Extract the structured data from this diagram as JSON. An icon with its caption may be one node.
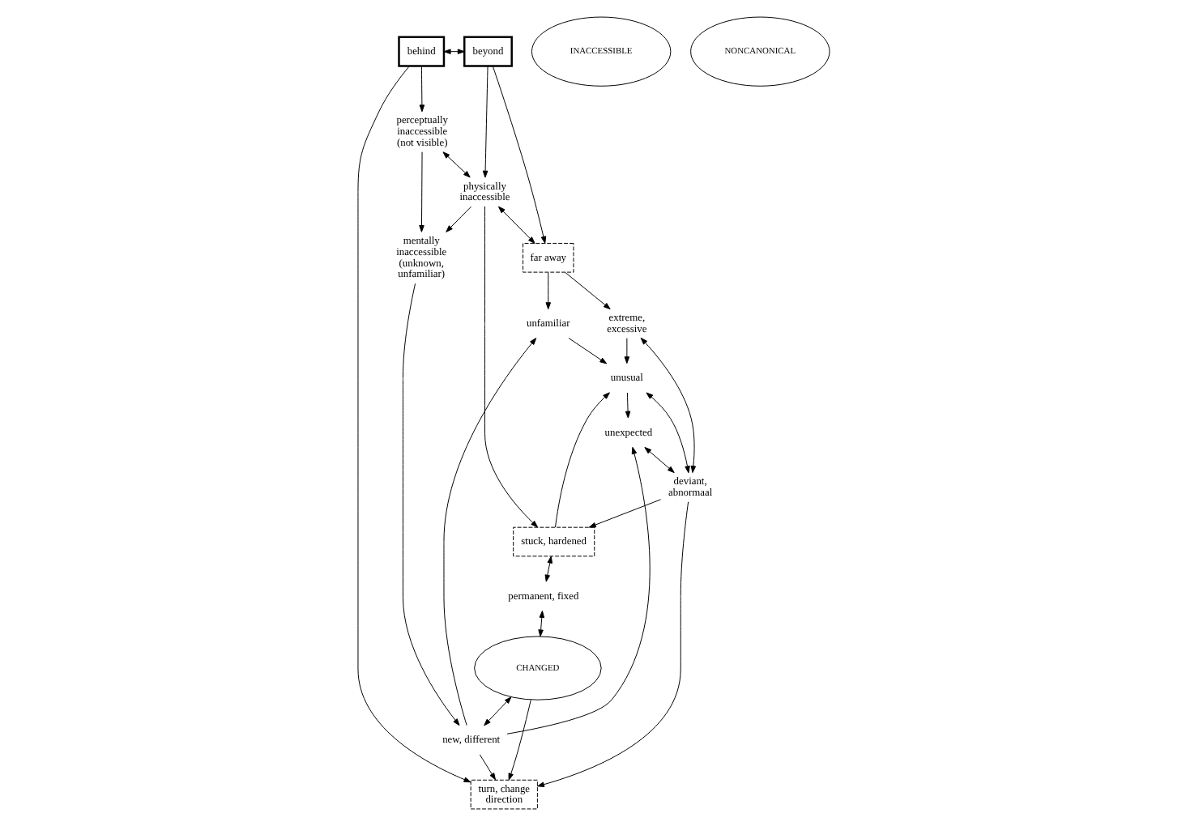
{
  "diagram": {
    "nodes": [
      {
        "text": [
          "behind"
        ]
      },
      {
        "text": [
          "beyond"
        ]
      },
      {
        "text": [
          "far away"
        ]
      },
      {
        "text": [
          "perceptually inaccessible (not visible)"
        ]
      },
      {
        "text": [
          "physically inaccessible"
        ]
      },
      {
        "text": [
          "unfamiliar"
        ]
      },
      {
        "text": [
          "extreme, excessive"
        ]
      },
      {
        "text": [
          "INACCESSIBLE"
        ]
      },
      {
        "text": [
          "stuck, hardened"
        ]
      },
      {
        "text": [
          "unusual"
        ]
      },
      {
        "text": [
          "NONCANONICAL"
        ]
      },
      {
        "text": [
          "mentally inaccessible (unknown, unfamiliar)"
        ]
      },
      {
        "text": [
          "permanent, fixed"
        ]
      },
      {
        "text": [
          "unexpected"
        ]
      },
      {
        "text": [
          "deviant, abnormaal"
        ]
      },
      {
        "text": [
          "CHANGED"
        ]
      },
      {
        "text": [
          "turn, change direction"
        ]
      },
      {
        "text": [
          "new, different"
        ]
      }
    ],
    "edges": [
      {
        "from": 0,
        "to": 1,
        "arrow": "both"
      },
      {
        "from": 0,
        "to": 3,
        "arrow": "to"
      },
      {
        "from": 0,
        "to": 16,
        "arrow": "to"
      },
      {
        "from": 1,
        "to": 4,
        "arrow": "to"
      },
      {
        "from": 1,
        "to": 2,
        "arrow": "to"
      },
      {
        "from": 2,
        "to": 5,
        "arrow": "to"
      },
      {
        "from": 4,
        "to": 2,
        "arrow": "both"
      },
      {
        "from": 2,
        "to": 6,
        "arrow": "to"
      },
      {
        "from": 3,
        "to": 4,
        "arrow": "both"
      },
      {
        "from": 4,
        "to": 8,
        "arrow": "to"
      },
      {
        "from": 4,
        "to": 11,
        "arrow": "to"
      },
      {
        "from": 3,
        "to": 11,
        "arrow": "to"
      },
      {
        "from": 6,
        "to": 9,
        "arrow": "to"
      },
      {
        "from": 5,
        "to": 9,
        "arrow": "to"
      },
      {
        "from": 8,
        "to": 9,
        "arrow": "to"
      },
      {
        "from": 9,
        "to": 13,
        "arrow": "to"
      },
      {
        "from": 9,
        "to": 14,
        "arrow": "both"
      },
      {
        "from": 14,
        "to": 8,
        "arrow": "to"
      },
      {
        "from": 6,
        "to": 14,
        "arrow": "both"
      },
      {
        "from": 8,
        "to": 12,
        "arrow": "both"
      },
      {
        "from": 12,
        "to": 15,
        "arrow": "both"
      },
      {
        "from": 15,
        "to": 17,
        "arrow": "both"
      },
      {
        "from": 15,
        "to": 16,
        "arrow": "to"
      },
      {
        "from": 11,
        "to": 17,
        "arrow": "to"
      },
      {
        "from": 17,
        "to": 5,
        "arrow": "to"
      },
      {
        "from": 17,
        "to": 13,
        "arrow": "to"
      },
      {
        "from": 17,
        "to": 16,
        "arrow": "to"
      },
      {
        "from": 13,
        "to": 14,
        "arrow": "both"
      },
      {
        "from": 14,
        "to": 16,
        "arrow": "to"
      }
    ]
  }
}
